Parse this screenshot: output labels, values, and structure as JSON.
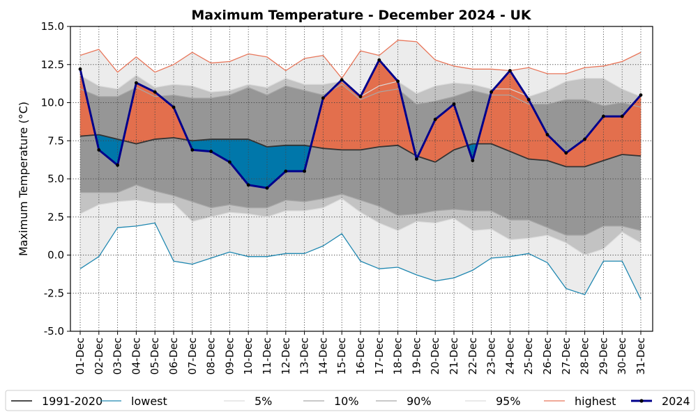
{
  "chart_data": {
    "type": "line",
    "title": "Maximum Temperature - December 2024 - UK",
    "xlabel": "",
    "ylabel": "Maximum Temperature (°C)",
    "ylim": [
      -5.0,
      15.0
    ],
    "yticks": [
      "-5.0",
      "-2.5",
      "0.0",
      "2.5",
      "5.0",
      "7.5",
      "10.0",
      "12.5",
      "15.0"
    ],
    "grid": true,
    "legend_position": "bottom",
    "categories": [
      "01-Dec",
      "02-Dec",
      "03-Dec",
      "04-Dec",
      "05-Dec",
      "06-Dec",
      "07-Dec",
      "08-Dec",
      "09-Dec",
      "10-Dec",
      "11-Dec",
      "12-Dec",
      "13-Dec",
      "14-Dec",
      "15-Dec",
      "16-Dec",
      "17-Dec",
      "18-Dec",
      "19-Dec",
      "20-Dec",
      "21-Dec",
      "22-Dec",
      "23-Dec",
      "24-Dec",
      "25-Dec",
      "26-Dec",
      "27-Dec",
      "28-Dec",
      "29-Dec",
      "30-Dec",
      "31-Dec"
    ],
    "series": [
      {
        "name": "1991-2020",
        "color": "#333333",
        "values": [
          7.8,
          7.9,
          7.6,
          7.3,
          7.6,
          7.7,
          7.5,
          7.6,
          7.6,
          7.6,
          7.1,
          7.2,
          7.2,
          7.0,
          6.9,
          6.9,
          7.1,
          7.2,
          6.5,
          6.1,
          6.9,
          7.3,
          7.3,
          6.8,
          6.3,
          6.2,
          5.8,
          5.8,
          6.2,
          6.6,
          6.5
        ]
      },
      {
        "name": "lowest",
        "color": "#1f87b0",
        "values": [
          -0.9,
          -0.1,
          1.8,
          1.9,
          2.1,
          -0.4,
          -0.6,
          -0.2,
          0.2,
          -0.1,
          -0.1,
          0.1,
          0.1,
          0.6,
          1.4,
          -0.4,
          -0.9,
          -0.8,
          -1.3,
          -1.7,
          -1.5,
          -1.0,
          -0.2,
          -0.1,
          0.1,
          -0.5,
          -2.2,
          -2.6,
          -0.4,
          -0.4,
          -2.9
        ]
      },
      {
        "name": "5%",
        "color": "#dcdcdc",
        "values": [
          2.7,
          3.3,
          3.5,
          3.6,
          3.4,
          3.4,
          2.2,
          2.5,
          2.8,
          2.7,
          2.5,
          2.9,
          2.9,
          3.1,
          3.7,
          2.8,
          2.1,
          1.6,
          2.2,
          2.1,
          2.4,
          1.6,
          1.7,
          1.0,
          1.1,
          1.3,
          0.8,
          0.0,
          0.4,
          1.5,
          0.8
        ]
      },
      {
        "name": "10%",
        "color": "#a8a8a8",
        "values": [
          4.1,
          4.1,
          4.1,
          4.6,
          4.2,
          3.9,
          3.5,
          3.1,
          3.3,
          3.1,
          3.1,
          3.6,
          3.5,
          3.7,
          4.0,
          3.6,
          3.2,
          2.6,
          2.7,
          2.9,
          3.0,
          2.9,
          2.9,
          2.3,
          2.3,
          1.8,
          1.3,
          1.3,
          1.9,
          1.9,
          1.6
        ]
      },
      {
        "name": "90%",
        "color": "#a8a8a8",
        "values": [
          10.9,
          10.4,
          10.4,
          11.0,
          10.4,
          10.5,
          10.3,
          10.3,
          10.5,
          11.0,
          10.5,
          11.1,
          10.8,
          10.5,
          11.2,
          10.2,
          10.7,
          10.9,
          9.9,
          10.1,
          10.4,
          10.8,
          10.5,
          10.5,
          9.9,
          9.9,
          10.2,
          10.2,
          9.8,
          10.0,
          9.7
        ]
      },
      {
        "name": "95%",
        "color": "#dcdcdc",
        "values": [
          11.8,
          11.1,
          10.9,
          11.8,
          11.0,
          11.2,
          11.1,
          10.7,
          10.8,
          11.2,
          11.0,
          11.6,
          11.2,
          11.2,
          11.4,
          10.4,
          11.1,
          11.4,
          10.6,
          11.1,
          11.3,
          11.2,
          10.9,
          10.9,
          10.4,
          10.8,
          11.4,
          11.6,
          11.6,
          10.9,
          10.4
        ]
      },
      {
        "name": "highest",
        "color": "#e8765a",
        "values": [
          13.1,
          13.5,
          12.0,
          13.0,
          12.0,
          12.5,
          13.3,
          12.6,
          12.7,
          13.2,
          13.0,
          12.1,
          12.9,
          13.1,
          11.6,
          13.4,
          13.1,
          14.1,
          14.0,
          12.8,
          12.4,
          12.2,
          12.2,
          12.1,
          12.3,
          11.9,
          11.9,
          12.3,
          12.4,
          12.7,
          13.3
        ]
      },
      {
        "name": "2024",
        "color": "#00008b",
        "values": [
          12.2,
          6.9,
          5.9,
          11.3,
          10.7,
          9.7,
          6.9,
          6.8,
          6.1,
          4.6,
          4.4,
          5.5,
          5.5,
          10.3,
          11.5,
          10.4,
          12.8,
          11.4,
          6.3,
          8.9,
          9.9,
          6.2,
          10.7,
          12.1,
          10.2,
          7.9,
          6.7,
          7.6,
          9.1,
          9.1,
          10.5
        ]
      }
    ],
    "colors": {
      "above_normal": "#e36f4d",
      "below_normal": "#0077aa",
      "band_outer": "#ececec",
      "band_mid": "#c3c3c3",
      "band_inner": "#969696"
    }
  }
}
